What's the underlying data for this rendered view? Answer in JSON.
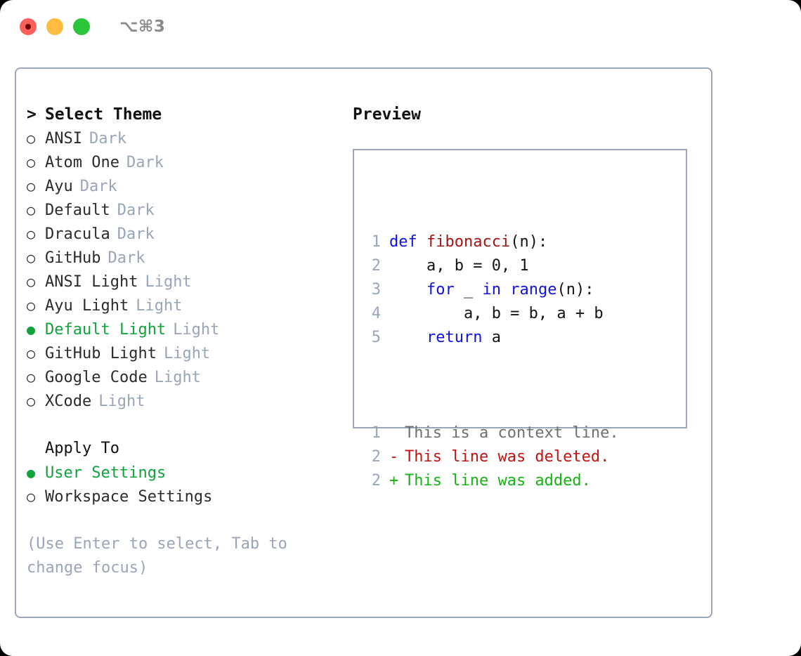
{
  "window": {
    "shortcut": "⌥⌘3",
    "traffic_lights": [
      {
        "name": "close",
        "color": "#fc6058"
      },
      {
        "name": "minimize",
        "color": "#fdbc40"
      },
      {
        "name": "maximize",
        "color": "#2ac63a"
      }
    ]
  },
  "theme_list": {
    "header": "Select Theme",
    "caret": ">",
    "bullet_empty": "○",
    "bullet_filled": "●",
    "items": [
      {
        "name": "ANSI",
        "mode": "Dark",
        "selected": false
      },
      {
        "name": "Atom One",
        "mode": "Dark",
        "selected": false
      },
      {
        "name": "Ayu",
        "mode": "Dark",
        "selected": false
      },
      {
        "name": "Default",
        "mode": "Dark",
        "selected": false
      },
      {
        "name": "Dracula",
        "mode": "Dark",
        "selected": false
      },
      {
        "name": "GitHub",
        "mode": "Dark",
        "selected": false
      },
      {
        "name": "ANSI Light",
        "mode": "Light",
        "selected": false
      },
      {
        "name": "Ayu Light",
        "mode": "Light",
        "selected": false
      },
      {
        "name": "Default Light",
        "mode": "Light",
        "selected": true
      },
      {
        "name": "GitHub Light",
        "mode": "Light",
        "selected": false
      },
      {
        "name": "Google Code",
        "mode": "Light",
        "selected": false
      },
      {
        "name": "XCode",
        "mode": "Light",
        "selected": false
      }
    ]
  },
  "apply_to": {
    "header": "Apply To",
    "items": [
      {
        "name": "User Settings",
        "selected": true
      },
      {
        "name": "Workspace Settings",
        "selected": false
      }
    ]
  },
  "hint": "(Use Enter to select, Tab to change focus)",
  "preview": {
    "title": "Preview",
    "code_lines": [
      {
        "num": "1",
        "tokens": [
          {
            "t": "def ",
            "c": "kw"
          },
          {
            "t": "fibonacci",
            "c": "fn"
          },
          {
            "t": "(n):",
            "c": "txt"
          }
        ]
      },
      {
        "num": "2",
        "tokens": [
          {
            "t": "    a, b = 0, 1",
            "c": "txt"
          }
        ]
      },
      {
        "num": "3",
        "tokens": [
          {
            "t": "    ",
            "c": "txt"
          },
          {
            "t": "for",
            "c": "kw"
          },
          {
            "t": " _ ",
            "c": "txt"
          },
          {
            "t": "in",
            "c": "kw"
          },
          {
            "t": " ",
            "c": "txt"
          },
          {
            "t": "range",
            "c": "kw"
          },
          {
            "t": "(n):",
            "c": "txt"
          }
        ]
      },
      {
        "num": "4",
        "tokens": [
          {
            "t": "        a, b = b, a + b",
            "c": "txt"
          }
        ]
      },
      {
        "num": "5",
        "tokens": [
          {
            "t": "    ",
            "c": "txt"
          },
          {
            "t": "return",
            "c": "kw"
          },
          {
            "t": " a",
            "c": "txt"
          }
        ]
      }
    ],
    "diff_lines": [
      {
        "num": "1",
        "sign": " ",
        "text": "This is a context line.",
        "kind": "ctx"
      },
      {
        "num": "2",
        "sign": "-",
        "text": "This line was deleted.",
        "kind": "del"
      },
      {
        "num": "2",
        "sign": "+",
        "text": "This line was added.",
        "kind": "add"
      }
    ]
  },
  "colors": {
    "accent_green": "#0fa33c",
    "muted": "#9aa5b7",
    "border": "#9ba5b7",
    "keyword_blue": "#1212e0",
    "function_red": "#a31414",
    "diff_add": "#14b414",
    "diff_del": "#c01414"
  }
}
